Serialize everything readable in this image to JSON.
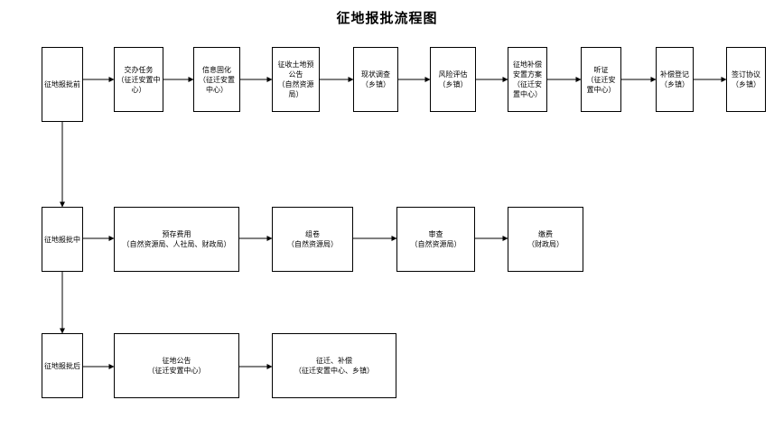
{
  "title": "征地报批流程图",
  "stages": {
    "before": "征地报批前",
    "during": "征地报批中",
    "after": "征地报批后"
  },
  "row1": [
    "交办任务\n（征迁安置中心）",
    "信息固化\n（征迁安置中心）",
    "征收土地预公告\n（自然资源局）",
    "现状调查\n（乡镇）",
    "风险评估\n（乡镇）",
    "征地补偿安置方案\n（征迁安置中心）",
    "听证\n（征迁安置中心）",
    "补偿登记\n（乡镇）",
    "签订协议\n（乡镇）"
  ],
  "row2": [
    "预存费用\n（自然资源局、人社局、财政局）",
    "组卷\n（自然资源局）",
    "审查\n（自然资源局）",
    "缴费\n（财政局）"
  ],
  "row3": [
    "征地公告\n（征迁安置中心）",
    "征迁、补偿\n（征迁安置中心、乡镇）"
  ]
}
